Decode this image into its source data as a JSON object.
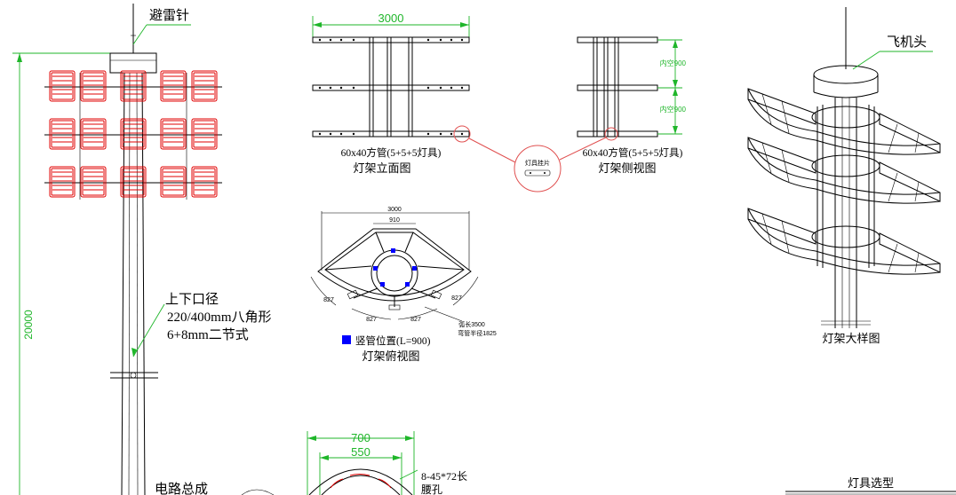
{
  "pole": {
    "height_dim": "20000",
    "lightning_rod": "避雷针",
    "diameter_title": "上下口径",
    "diameter_spec": "220/400mm八角形",
    "section_spec": "6+8mm二节式",
    "circuit_label": "电路总成"
  },
  "front_view": {
    "width_dim": "3000",
    "tube_spec": "60x40方管(5+5+5灯具)",
    "title": "灯架立面图"
  },
  "side_view": {
    "spacing_1": "内空900",
    "spacing_2": "内空900",
    "tube_spec": "60x40方管(5+5+5灯具)",
    "title": "灯架侧视图"
  },
  "detail": {
    "label": "灯具挂片"
  },
  "top_view": {
    "width_dim": "3000",
    "inner_dim": "910",
    "seg_left": "827",
    "seg_mid_left": "827",
    "seg_mid_right": "827",
    "seg_right": "827",
    "arc_note_1": "弧长3500",
    "arc_note_2": "弯管半径1825",
    "legend": "竖管位置(L=900)",
    "title": "灯架俯视图",
    "legend_color": "#0000ff"
  },
  "base_view": {
    "outer_dim": "700",
    "inner_dim": "550",
    "hole_spec": "8-45*72长",
    "hole_name": "腰孔"
  },
  "iso_view": {
    "aircraft_cap": "飞机头",
    "title": "灯架大样图"
  },
  "fixture_table": {
    "title": "灯具选型"
  },
  "colors": {
    "dimension": "#1fb62a",
    "lamp": "#e00000",
    "lines": "#000000"
  }
}
